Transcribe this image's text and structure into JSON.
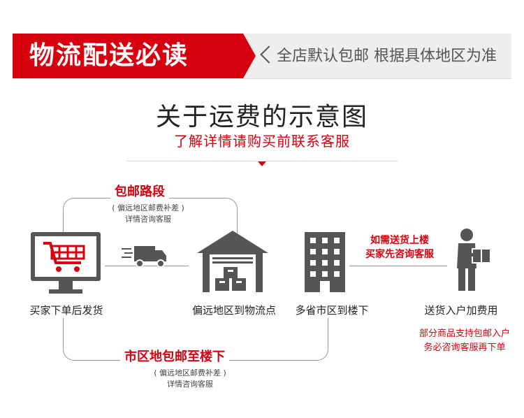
{
  "banner": {
    "title": "物流配送必读",
    "subtitle": "全店默认包邮 根据具体地区为准"
  },
  "headline": {
    "title": "关于运费的示意图",
    "subtitle": "了解详情请购买前联系客服"
  },
  "top_route": {
    "label": "包邮路段",
    "note_line1": "偏远地区邮费补差",
    "note_line2": "详情咨询客服"
  },
  "bottom_route": {
    "label": "市区地包邮至楼下",
    "note_line1": "偏远地区邮费补差",
    "note_line2": "详情咨询客服"
  },
  "steps": [
    {
      "caption": "买家下单后发货",
      "icon": "computer-cart-icon"
    },
    {
      "caption": "偏远地区到物流点",
      "icon": "warehouse-icon"
    },
    {
      "caption": "多省市区到楼下",
      "icon": "building-icon"
    },
    {
      "caption": "送货入户加费用",
      "icon": "delivery-man-icon"
    }
  ],
  "upstairs": {
    "line1": "如需送货上楼",
    "line2": "买家先咨询客服"
  },
  "footnote": {
    "line1": "部分商品支持包邮入户",
    "line2": "务必咨询客服再下单"
  },
  "colors": {
    "accent": "#d7000f",
    "icon_gray": "#555555",
    "banner_gray": "#eeeeee"
  }
}
